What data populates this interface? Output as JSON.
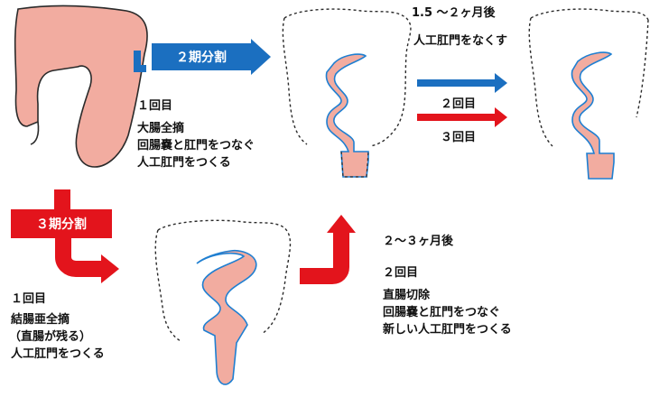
{
  "two_stage": {
    "label": "２期分割",
    "step1": {
      "title": "１回目",
      "lines": [
        "大腸全摘",
        "回腸嚢と肛門をつなぐ",
        "人工肛門をつくる"
      ]
    },
    "interval": "1.5 〜２ヶ月後",
    "step2": {
      "desc": "人工肛門をなくす",
      "label": "２回目"
    },
    "step3_label": "３回目"
  },
  "three_stage": {
    "label": "３期分割",
    "step1": {
      "title": "１回目",
      "lines": [
        "結腸亜全摘",
        "（直腸が残る）",
        "人工肛門をつくる"
      ]
    },
    "interval": "２〜３ヶ月後",
    "step2": {
      "title": "２回目",
      "lines": [
        "直腸切除",
        "回腸嚢と肛門をつなぐ",
        "新しい人工肛門をつくる"
      ]
    }
  },
  "colors": {
    "blue": "#1b6fc0",
    "red": "#e3141c",
    "tissue": "#f2aca0",
    "outline": "#2a2a2a",
    "pouch_edge": "#1f7fd1"
  }
}
